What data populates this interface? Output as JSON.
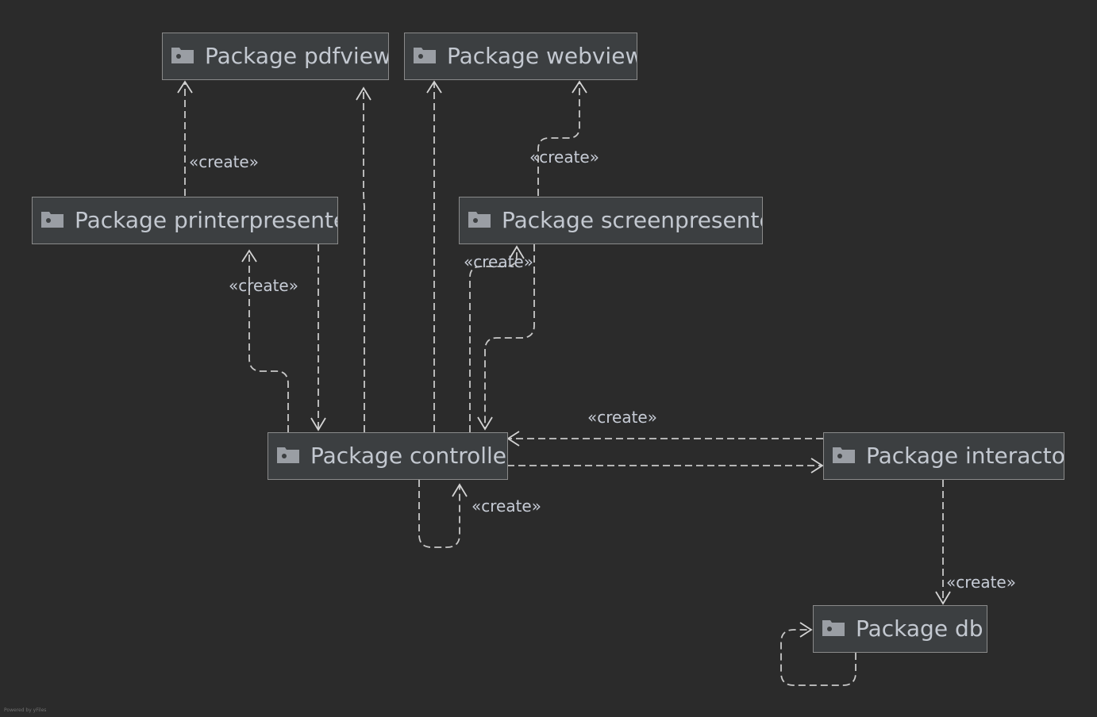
{
  "packages": {
    "pdfview": {
      "label": "Package pdfview",
      "icon": "folder-package-icon"
    },
    "webview": {
      "label": "Package webview",
      "icon": "folder-package-icon"
    },
    "printerpresenter": {
      "label": "Package printerpresenter",
      "icon": "folder-package-icon"
    },
    "screenpresenter": {
      "label": "Package screenpresenter",
      "icon": "folder-package-icon"
    },
    "controller": {
      "label": "Package controller",
      "icon": "folder-package-icon"
    },
    "interactor": {
      "label": "Package interactor",
      "icon": "folder-package-icon"
    },
    "db": {
      "label": "Package db",
      "icon": "folder-package-icon"
    }
  },
  "edges": [
    {
      "from": "printerpresenter",
      "to": "pdfview",
      "label": "«create»"
    },
    {
      "from": "controller",
      "to": "pdfview",
      "label": ""
    },
    {
      "from": "controller",
      "to": "webview",
      "label": ""
    },
    {
      "from": "screenpresenter",
      "to": "webview",
      "label": "«create»"
    },
    {
      "from": "controller",
      "to": "printerpresenter",
      "label": "«create»"
    },
    {
      "from": "printerpresenter",
      "to": "controller",
      "label": ""
    },
    {
      "from": "controller",
      "to": "screenpresenter",
      "label": "«create»"
    },
    {
      "from": "screenpresenter",
      "to": "controller",
      "label": ""
    },
    {
      "from": "interactor",
      "to": "controller",
      "label": "«create»"
    },
    {
      "from": "controller",
      "to": "interactor",
      "label": ""
    },
    {
      "from": "controller",
      "to": "controller",
      "label": "«create»"
    },
    {
      "from": "interactor",
      "to": "db",
      "label": "«create»"
    },
    {
      "from": "db",
      "to": "db",
      "label": ""
    }
  ],
  "footer": "Powered by yFiles",
  "colors": {
    "background": "#2b2b2b",
    "node_fill": "#3c3f41",
    "node_border": "#8a8a8a",
    "text": "#c3c8d0",
    "edge": "#c9c9c9"
  }
}
